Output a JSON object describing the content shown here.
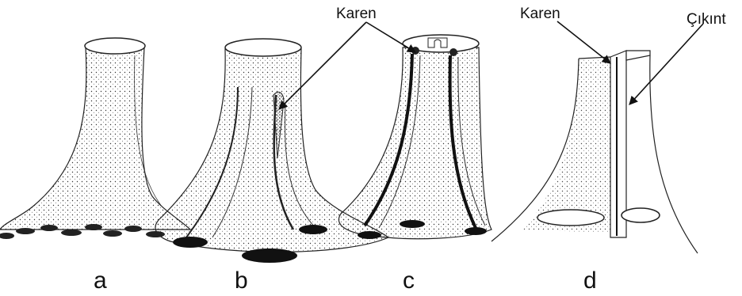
{
  "panels": [
    {
      "label": "a"
    },
    {
      "label": "b"
    },
    {
      "label": "c"
    },
    {
      "label": "d"
    }
  ],
  "callouts": {
    "karen_c": "Karen",
    "karen_d": "Karen",
    "cikint_d": "Çıkınt"
  }
}
